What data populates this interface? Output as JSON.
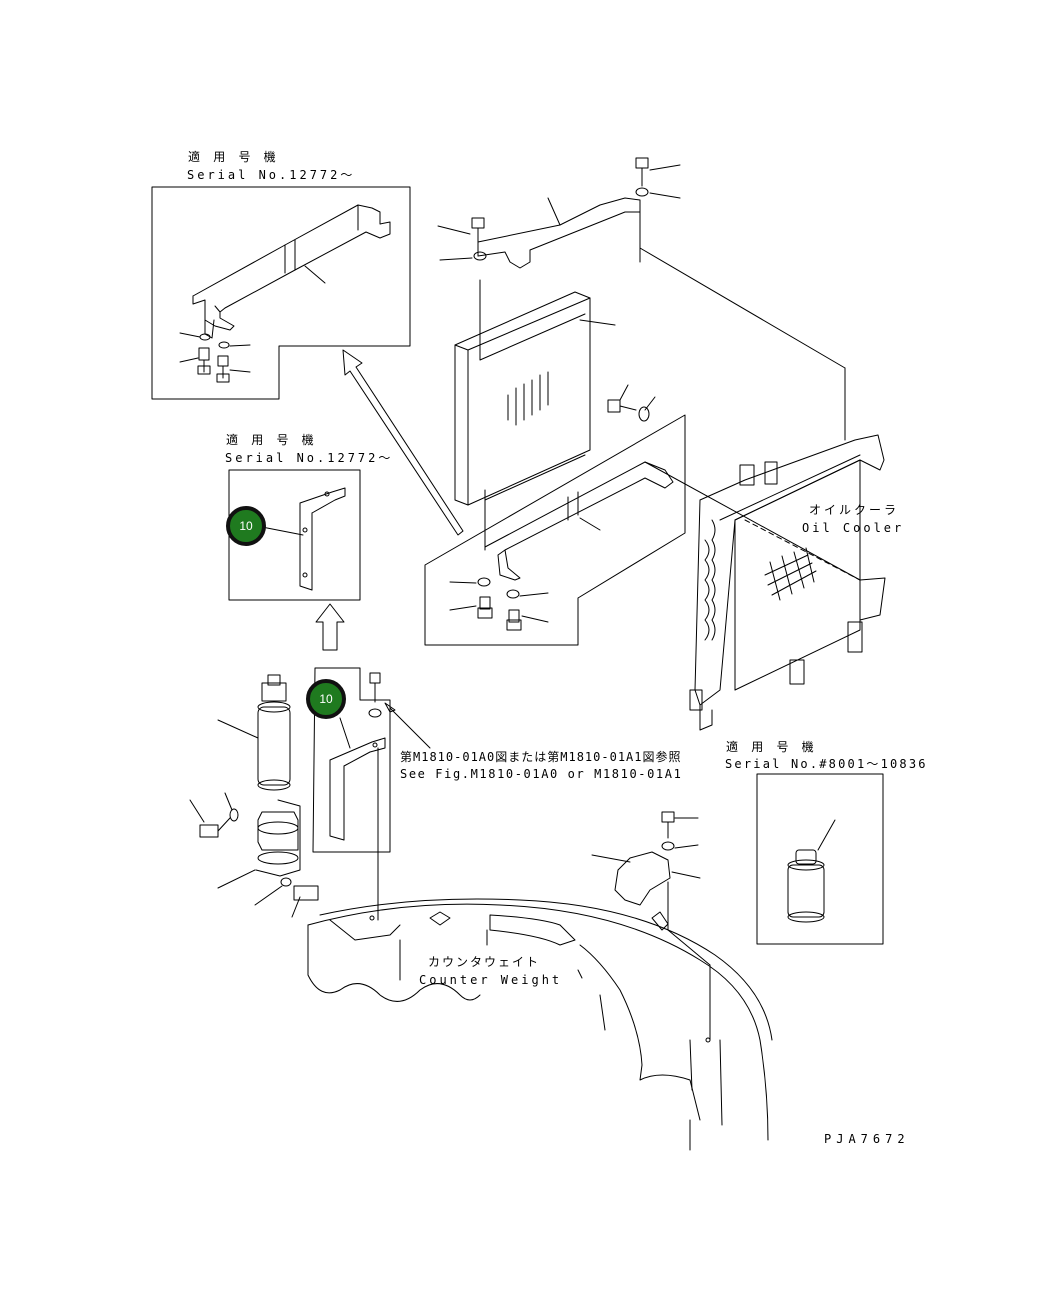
{
  "notes": {
    "top_left_jp": "適 用 号 機",
    "top_left_en": "Serial No.12772～",
    "mid_left_jp": "適 用 号 機",
    "mid_left_en": "Serial No.12772～",
    "right_jp": "適 用 号 機",
    "right_en": "Serial No.#8001～10836"
  },
  "labels": {
    "oil_cooler_jp": "オイルクーラ",
    "oil_cooler_en": "Oil Cooler",
    "see_fig_jp": "第M1810-01A0図または第M1810-01A1図参照",
    "see_fig_en": "See Fig.M1810-01A0 or M1810-01A1",
    "counterweight_jp": "カウンタウェイト",
    "counterweight_en": "Counter Weight",
    "drawing_no": "PJA7672"
  },
  "callouts": [
    {
      "number": "10",
      "color": "#1f7a1f"
    },
    {
      "number": "10",
      "color": "#1f7a1f"
    }
  ]
}
